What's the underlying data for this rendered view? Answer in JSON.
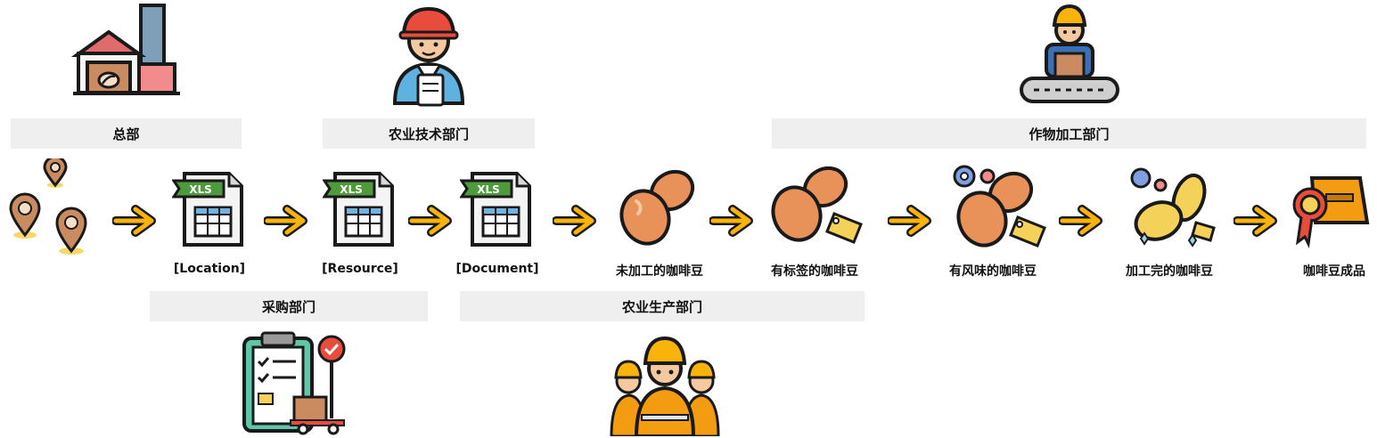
{
  "departments": {
    "hq": "总部",
    "agri_tech": "农业技术部门",
    "processing": "作物加工部门",
    "purchasing": "采购部门",
    "production": "农业生产部门"
  },
  "flow_labels": {
    "location": "[Location]",
    "resource": "[Resource]",
    "document": "[Document]",
    "raw_beans": "未加工的咖啡豆",
    "tagged_beans": "有标签的咖啡豆",
    "flavored_beans": "有风味的咖啡豆",
    "processed_beans": "加工完的咖啡豆",
    "finished_product": "咖啡豆成品"
  },
  "icons": {
    "xls_text": "XLS",
    "location_pins": "location-pin-icon",
    "factory": "factory-icon",
    "engineer": "engineer-icon",
    "worker_conveyor": "worker-conveyor-icon",
    "clipboard": "clipboard-icon",
    "workers": "workers-group-icon",
    "arrow": "arrow-right-icon"
  },
  "colors": {
    "arrow": "#f9b30b",
    "outline": "#1a1a1a",
    "bean": "#e8925a",
    "bean_light": "#f4d25a",
    "dept_bg": "#efefef",
    "xls_green": "#4e9a3c"
  }
}
